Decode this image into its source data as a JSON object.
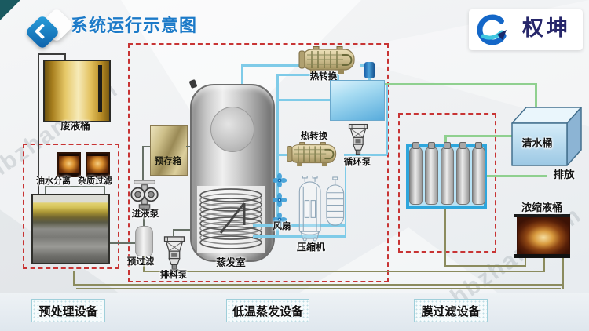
{
  "watermark_text": "hbzhan.com",
  "header": {
    "title": "系统运行示意图",
    "brand_name": "权坤"
  },
  "section_labels": {
    "pretreatment": "预处理设备",
    "evaporation": "低温蒸发设备",
    "membrane_filtration": "膜过滤设备"
  },
  "equipment": {
    "waste_barrel": "废液桶",
    "oil_water_separation": "油水分离",
    "impurity_filtration": "杂质过滤",
    "pre_storage_tank": "预存箱",
    "feed_pump": "进液泵",
    "pre_filter": "预过滤",
    "discharge_pump": "排料泵",
    "evaporation_chamber": "蒸发室",
    "heat_exchanger": "热转换",
    "circulation_pump": "循环泵",
    "fan": "风扇",
    "compressor": "压缩机",
    "clean_water_tank": "清水桶",
    "discharge_outlet": "排放",
    "concentrate_barrel": "浓缩液桶"
  },
  "colors": {
    "title_blue": "#1c7ac8",
    "dashed_red": "#c83434",
    "pipe_cyan": "#7fcbe8",
    "pipe_green": "#8fd08f",
    "pipe_olive": "#8b8b5e",
    "label_box_border": "#9fcfda",
    "brand_navy": "#26266a"
  }
}
